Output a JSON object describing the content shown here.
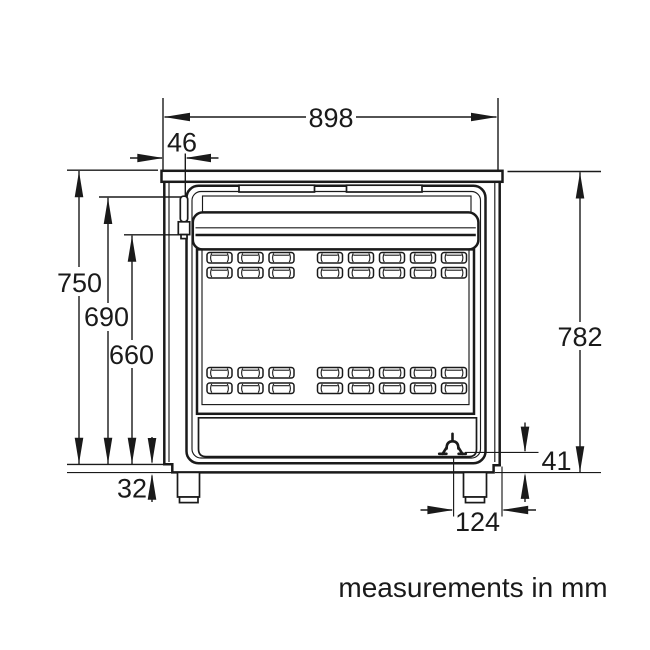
{
  "diagram": {
    "caption": "measurements in mm",
    "colors": {
      "line": "#1a1a1a",
      "background": "#ffffff"
    },
    "icons": {
      "gas_connection": "gas-connection-symbol"
    },
    "dims": {
      "overall_width": "898",
      "inlet_offset": "46",
      "body_height": "750",
      "inlet_top_height": "690",
      "inlet_bottom_height": "660",
      "total_height": "782",
      "connection_height": "41",
      "base_height": "32",
      "connection_side_offset": "124"
    }
  }
}
